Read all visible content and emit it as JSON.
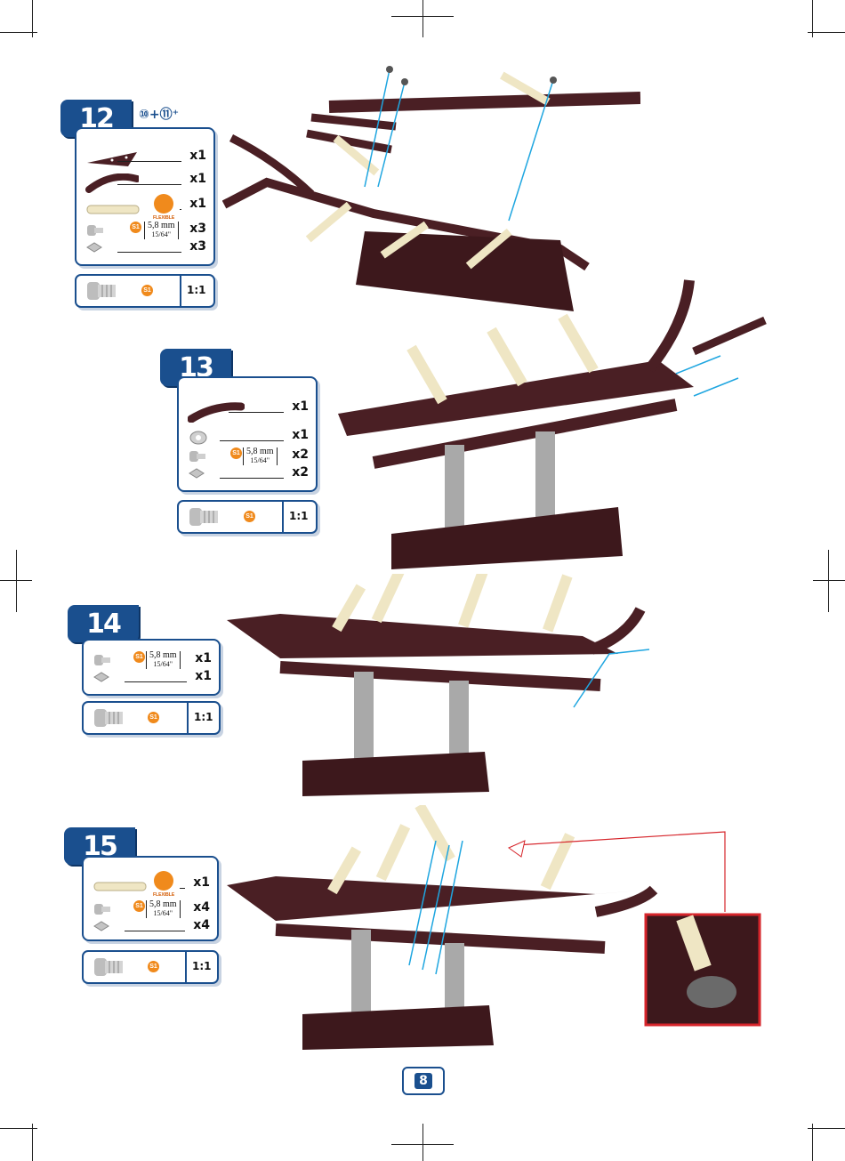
{
  "steps": [
    {
      "number": "12",
      "refs": "⑩+⑪⁺",
      "parts": [
        {
          "icon": "triangle-plate-icon",
          "qty": "x1"
        },
        {
          "icon": "curved-strip-icon",
          "qty": "x1"
        },
        {
          "icon": "flexible-strip-icon",
          "qty": "x1",
          "note": "FLEXIBLE"
        },
        {
          "icon": "bolt-icon",
          "qty": "x3",
          "size": "5,8 mm",
          "size_imperial": "15/64\"",
          "code": "S1"
        },
        {
          "icon": "nut-icon",
          "qty": "x3"
        }
      ],
      "scale": {
        "code": "S1",
        "ratio": "1:1"
      }
    },
    {
      "number": "13",
      "parts": [
        {
          "icon": "curved-strip-icon",
          "qty": "x1"
        },
        {
          "icon": "angle-bracket-icon",
          "qty": "x1"
        },
        {
          "icon": "bolt-icon",
          "qty": "x2",
          "size": "5,8 mm",
          "size_imperial": "15/64\"",
          "code": "S1"
        },
        {
          "icon": "nut-icon",
          "qty": "x2"
        }
      ],
      "scale": {
        "code": "S1",
        "ratio": "1:1"
      }
    },
    {
      "number": "14",
      "parts": [
        {
          "icon": "bolt-icon",
          "qty": "x1",
          "size": "5,8 mm",
          "size_imperial": "15/64\"",
          "code": "S1"
        },
        {
          "icon": "nut-icon",
          "qty": "x1"
        }
      ],
      "scale": {
        "code": "S1",
        "ratio": "1:1"
      }
    },
    {
      "number": "15",
      "parts": [
        {
          "icon": "flexible-strip-icon",
          "qty": "x1",
          "note": "FLEXIBLE"
        },
        {
          "icon": "bolt-icon",
          "qty": "x4",
          "size": "5,8 mm",
          "size_imperial": "15/64\"",
          "code": "S1"
        },
        {
          "icon": "nut-icon",
          "qty": "x4"
        }
      ],
      "scale": {
        "code": "S1",
        "ratio": "1:1"
      }
    }
  ],
  "page_number": "8",
  "colors": {
    "accent": "#1a4f8e",
    "part": "#4a1f24",
    "strip": "#efe6c4",
    "steel": "#a9a9a9",
    "highlight": "#d6252b",
    "guide": "#1fa6e0"
  }
}
